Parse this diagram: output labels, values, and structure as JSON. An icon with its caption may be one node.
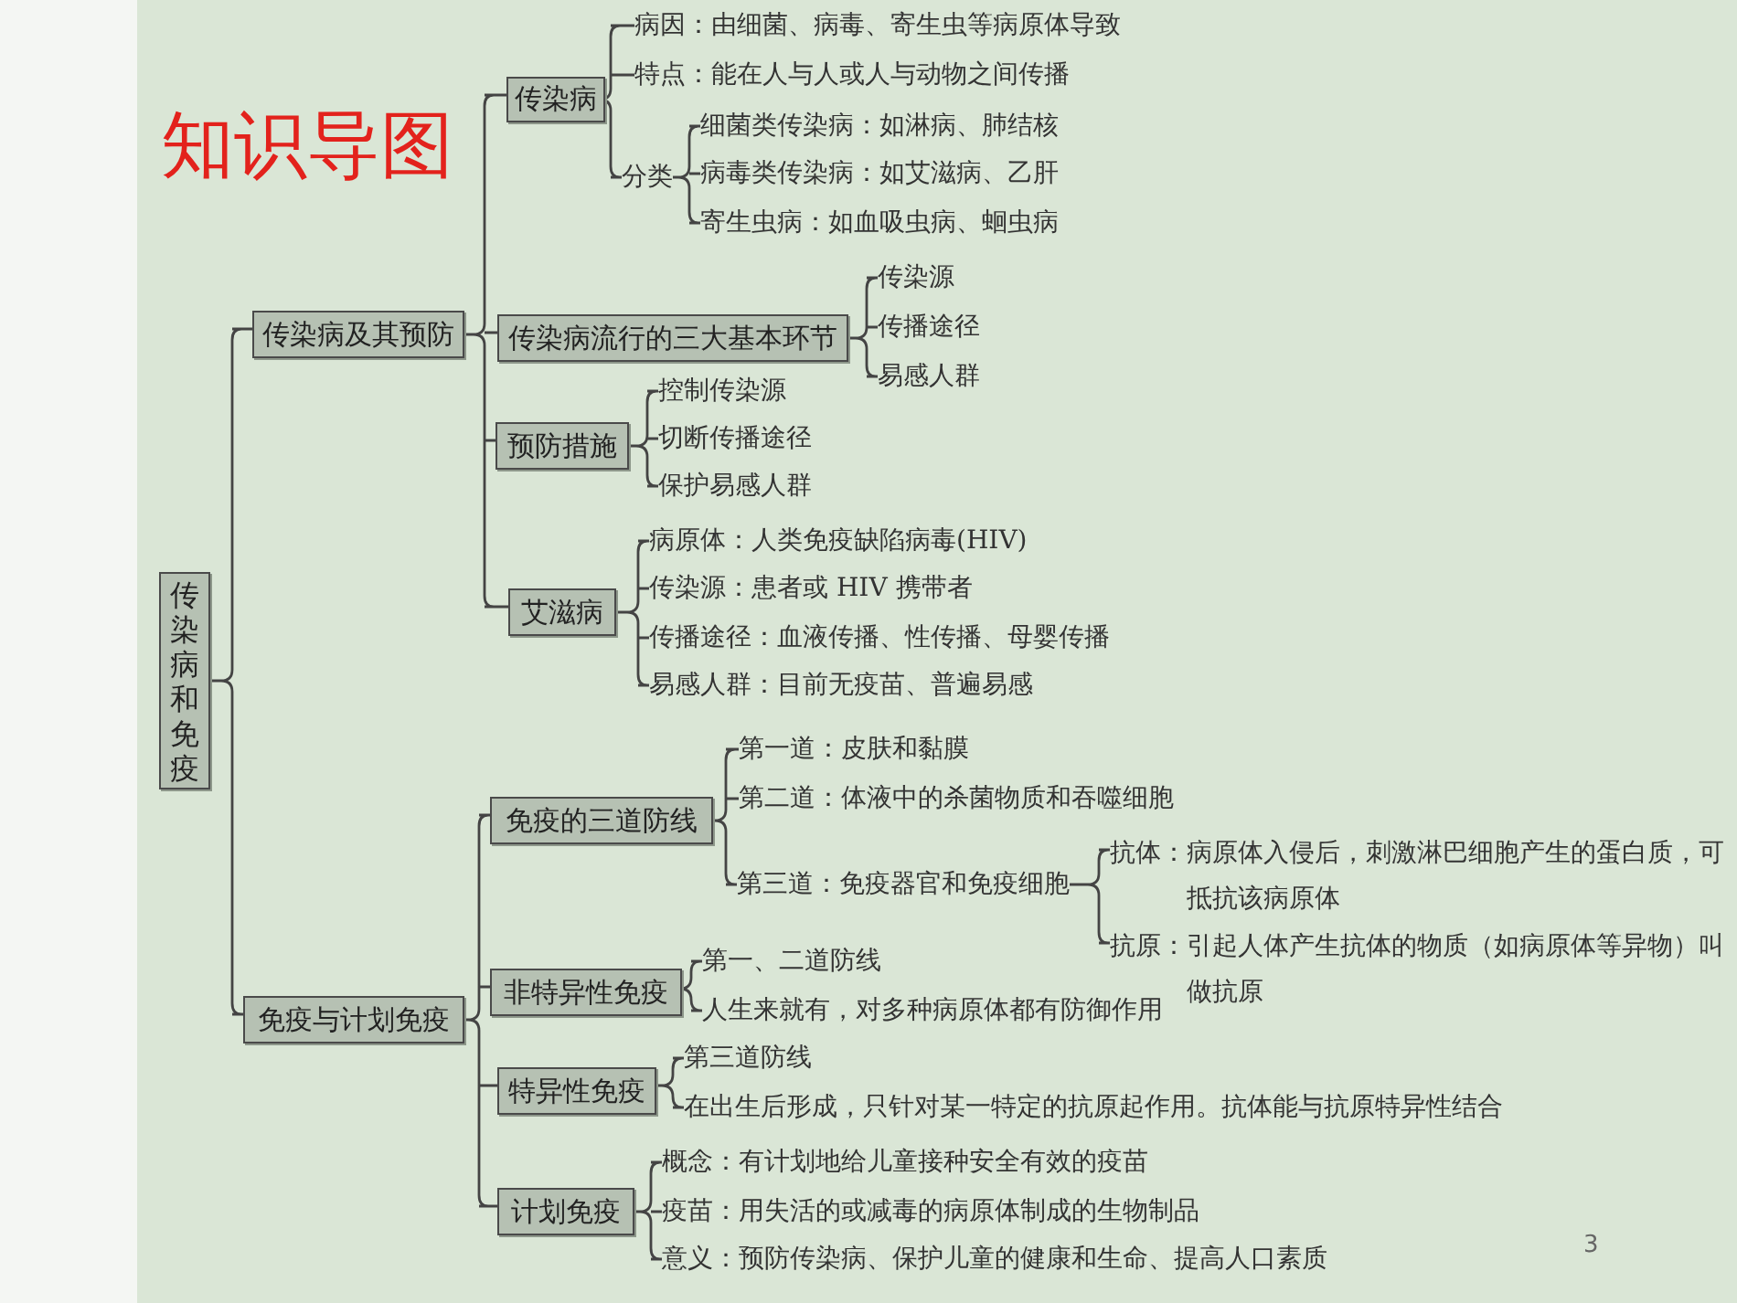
{
  "diagram": {
    "title": "知识导图",
    "nodes": [
      {
        "text": [
          "传染病和免疫"
        ]
      },
      {
        "text": [
          "传染病及其预防"
        ]
      },
      {
        "text": [
          "传染病"
        ]
      },
      {
        "text": [
          "病因：由细菌、病毒、寄生虫等病原体导致"
        ]
      },
      {
        "text": [
          "特点：能在人与人或人与动物之间传播"
        ]
      },
      {
        "text": [
          "分类"
        ]
      },
      {
        "text": [
          "细菌类传染病：如淋病、肺结核"
        ]
      },
      {
        "text": [
          "病毒类传染病：如艾滋病、乙肝"
        ]
      },
      {
        "text": [
          "寄生虫病：如血吸虫病、蛔虫病"
        ]
      },
      {
        "text": [
          "传染病流行的三大基本环节"
        ]
      },
      {
        "text": [
          "传染源"
        ]
      },
      {
        "text": [
          "传播途径"
        ]
      },
      {
        "text": [
          "易感人群"
        ]
      },
      {
        "text": [
          "预防措施"
        ]
      },
      {
        "text": [
          "控制传染源"
        ]
      },
      {
        "text": [
          "切断传播途径"
        ]
      },
      {
        "text": [
          "保护易感人群"
        ]
      },
      {
        "text": [
          "艾滋病"
        ]
      },
      {
        "text": [
          "病原体：人类免疫缺陷病毒(HIV)"
        ]
      },
      {
        "text": [
          "传染源：患者或 HIV 携带者"
        ]
      },
      {
        "text": [
          "传播途径：血液传播、性传播、母婴传播"
        ]
      },
      {
        "text": [
          "易感人群：目前无疫苗、普遍易感"
        ]
      },
      {
        "text": [
          "免疫与计划免疫"
        ]
      },
      {
        "text": [
          "免疫的三道防线"
        ]
      },
      {
        "text": [
          "第一道：皮肤和黏膜"
        ]
      },
      {
        "text": [
          "第二道：体液中的杀菌物质和吞噬细胞"
        ]
      },
      {
        "text": [
          "第三道：免疫器官和免疫细胞"
        ]
      },
      {
        "text": [
          "抗体：病原体入侵后，刺激淋巴细胞产生的蛋白质，可抵抗该病原体"
        ]
      },
      {
        "text": [
          "抗原：引起人体产生抗体的物质（如病原体等异物）叫做抗原"
        ]
      },
      {
        "text": [
          "非特异性免疫"
        ]
      },
      {
        "text": [
          "第一、二道防线"
        ]
      },
      {
        "text": [
          "人生来就有，对多种病原体都有防御作用"
        ]
      },
      {
        "text": [
          "特异性免疫"
        ]
      },
      {
        "text": [
          "第三道防线"
        ]
      },
      {
        "text": [
          "在出生后形成，只针对某一特定的抗原起作用。抗体能与抗原特异性结合"
        ]
      },
      {
        "text": [
          "计划免疫"
        ]
      },
      {
        "text": [
          "概念：有计划地给儿童接种安全有效的疫苗"
        ]
      },
      {
        "text": [
          "疫苗：用失活的或减毒的病原体制成的生物制品"
        ]
      },
      {
        "text": [
          "意义：预防传染病、保护儿童的健康和生命、提高人口素质"
        ]
      }
    ],
    "edges": [
      {
        "from": 0,
        "to": 1,
        "arrow": "none"
      },
      {
        "from": 0,
        "to": 22,
        "arrow": "none"
      },
      {
        "from": 1,
        "to": 2,
        "arrow": "none"
      },
      {
        "from": 1,
        "to": 9,
        "arrow": "none"
      },
      {
        "from": 1,
        "to": 13,
        "arrow": "none"
      },
      {
        "from": 1,
        "to": 17,
        "arrow": "none"
      },
      {
        "from": 2,
        "to": 3,
        "arrow": "none"
      },
      {
        "from": 2,
        "to": 4,
        "arrow": "none"
      },
      {
        "from": 2,
        "to": 5,
        "arrow": "none"
      },
      {
        "from": 5,
        "to": 6,
        "arrow": "none"
      },
      {
        "from": 5,
        "to": 7,
        "arrow": "none"
      },
      {
        "from": 5,
        "to": 8,
        "arrow": "none"
      },
      {
        "from": 9,
        "to": 10,
        "arrow": "none"
      },
      {
        "from": 9,
        "to": 11,
        "arrow": "none"
      },
      {
        "from": 9,
        "to": 12,
        "arrow": "none"
      },
      {
        "from": 13,
        "to": 14,
        "arrow": "none"
      },
      {
        "from": 13,
        "to": 15,
        "arrow": "none"
      },
      {
        "from": 13,
        "to": 16,
        "arrow": "none"
      },
      {
        "from": 17,
        "to": 18,
        "arrow": "none"
      },
      {
        "from": 17,
        "to": 19,
        "arrow": "none"
      },
      {
        "from": 17,
        "to": 20,
        "arrow": "none"
      },
      {
        "from": 17,
        "to": 21,
        "arrow": "none"
      },
      {
        "from": 22,
        "to": 23,
        "arrow": "none"
      },
      {
        "from": 22,
        "to": 29,
        "arrow": "none"
      },
      {
        "from": 22,
        "to": 32,
        "arrow": "none"
      },
      {
        "from": 22,
        "to": 35,
        "arrow": "none"
      },
      {
        "from": 23,
        "to": 24,
        "arrow": "none"
      },
      {
        "from": 23,
        "to": 25,
        "arrow": "none"
      },
      {
        "from": 23,
        "to": 26,
        "arrow": "none"
      },
      {
        "from": 26,
        "to": 27,
        "arrow": "none"
      },
      {
        "from": 26,
        "to": 28,
        "arrow": "none"
      },
      {
        "from": 29,
        "to": 30,
        "arrow": "none"
      },
      {
        "from": 29,
        "to": 31,
        "arrow": "none"
      },
      {
        "from": 32,
        "to": 33,
        "arrow": "none"
      },
      {
        "from": 32,
        "to": 34,
        "arrow": "none"
      },
      {
        "from": 35,
        "to": 36,
        "arrow": "none"
      },
      {
        "from": 35,
        "to": 37,
        "arrow": "none"
      },
      {
        "from": 35,
        "to": 38,
        "arrow": "none"
      }
    ],
    "labels": [
      "3"
    ]
  }
}
